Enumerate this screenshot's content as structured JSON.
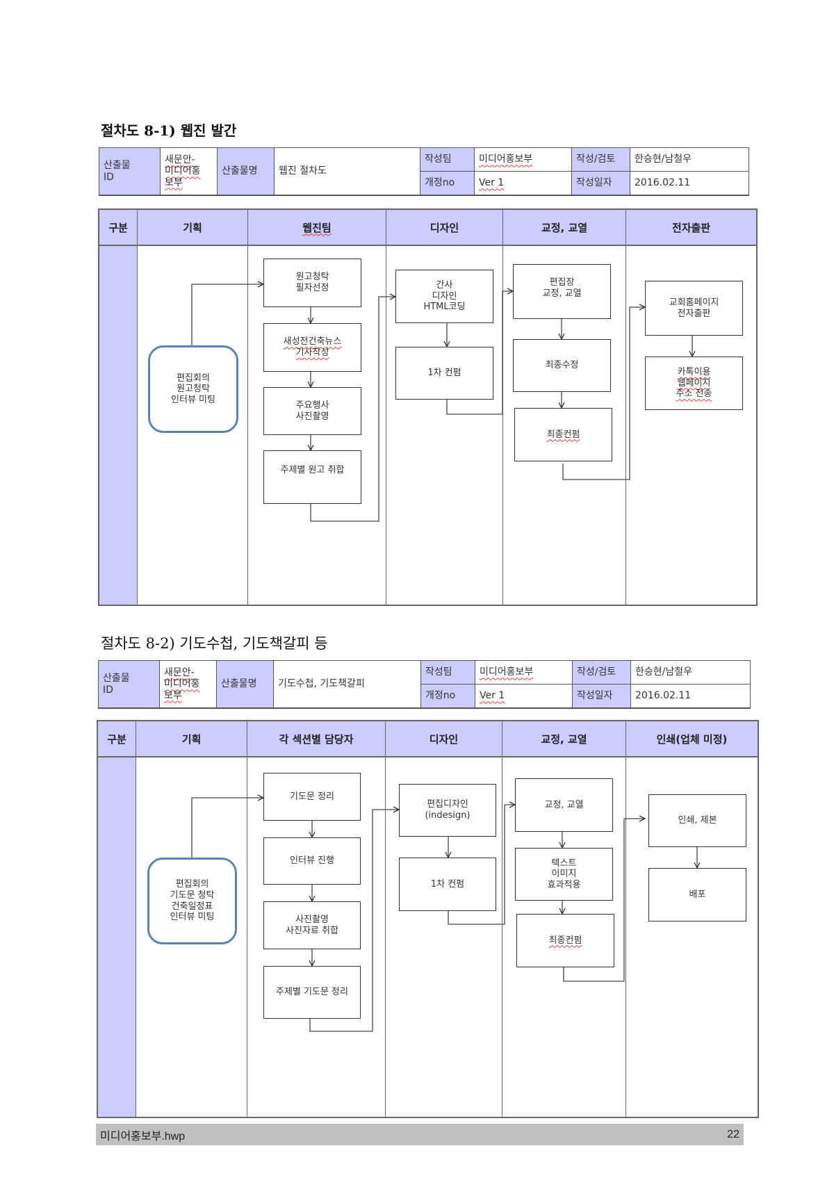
{
  "section1": {
    "title": "절차도 8-1) 웹진 발간",
    "meta": {
      "id_label": "산출물\nID",
      "id_value": "새문안-\n미디어홍\n보부",
      "name_label": "산출물명",
      "name_value": "웹진 절차도",
      "team_label": "작성팀",
      "team_value": "미디어홍보부",
      "author_label": "작성/검토",
      "author_value": "한승현/남철우",
      "rev_label": "개정no",
      "rev_value": "Ver 1",
      "date_label": "작성일자",
      "date_value": "2016.02.11"
    },
    "lanes": [
      "구분",
      "기획",
      "웹진팀",
      "디자인",
      "교정, 교열",
      "전자출판"
    ],
    "nodes": {
      "start": "편집회의\n원고청탁\n인터뷰 미팅",
      "w1": "원고청탁\n필자선정",
      "w2": "새성전건축뉴스\n기사작성",
      "w3": "주요행사\n사진촬영",
      "w4": "주제별 원고 취합",
      "d1": "간사\n디자인\nHTML코딩",
      "d2": "1차 컨펌",
      "p1": "편집장\n교정, 교열",
      "p2": "최종수정",
      "p3": "최종컨펌",
      "e1": "교회홈페이지\n전자출판",
      "e2": "카톡이용\n웹페이지\n주소 전송"
    }
  },
  "section2": {
    "title": "절차도 8-2) 기도수첩, 기도책갈피 등",
    "meta": {
      "id_label": "산출물\nID",
      "id_value": "새문안-\n미디어홍\n보부",
      "name_label": "산출물명",
      "name_value": "기도수첩, 기도책갈피",
      "team_label": "작성팀",
      "team_value": "미디어홍보부",
      "author_label": "작성/검토",
      "author_value": "한승현/남철우",
      "rev_label": "개정no",
      "rev_value": "Ver 1",
      "date_label": "작성일자",
      "date_value": "2016.02.11"
    },
    "lanes": [
      "구분",
      "기획",
      "각 섹션별 담당자",
      "디자인",
      "교정, 교열",
      "인쇄(업체 미정)"
    ],
    "nodes": {
      "start": "편집회의\n기도문 청탁\n건축일정표\n인터뷰 미팅",
      "w1": "기도문 정리",
      "w2": "인터뷰 진행",
      "w3": "사진촬영\n사진자료 취합",
      "w4": "주제별 기도문 정리",
      "d1": "편집디자인\n(indesign)",
      "d2": "1차 컨펌",
      "p1": "교정, 교열",
      "p2": "텍스트\n이미지\n효과적용",
      "p3": "최종컨펌",
      "e1": "인쇄, 제본",
      "e2": "배포"
    }
  },
  "footer": {
    "filename": "미디어홍보부.hwp",
    "page": "22"
  },
  "colors": {
    "header_fill": "#ccccff",
    "start_node_border": "#5a82b4",
    "footer_bar": "#c0c0c0"
  }
}
